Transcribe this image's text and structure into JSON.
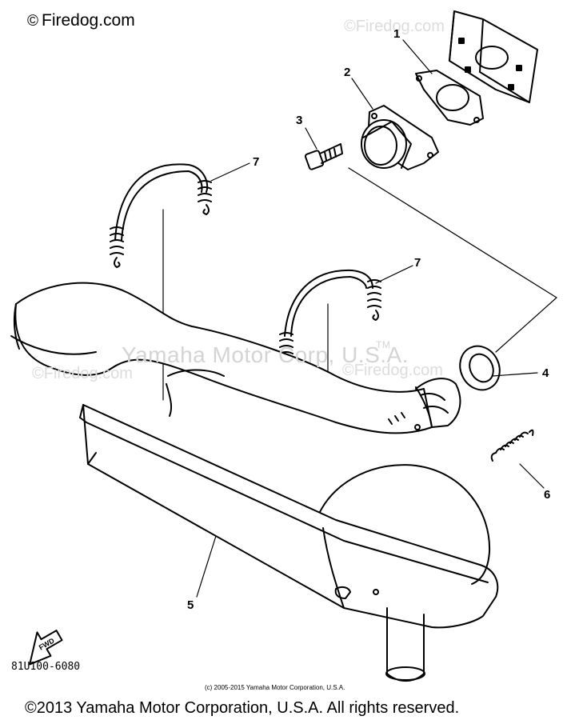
{
  "watermark": {
    "brand": "Firedog.com",
    "copyright_symbol": "©"
  },
  "center_watermark": "Yamaha Motor Corp, U.S.A.",
  "center_watermark_tm": "TM",
  "callouts": {
    "c1": "1",
    "c2": "2",
    "c3": "3",
    "c4": "4",
    "c5": "5",
    "c6": "6",
    "c7a": "7",
    "c7b": "7"
  },
  "fwd_label": "FWD",
  "part_code": "81U100-6080",
  "small_copyright": "(c) 2005-2015 Yamaha Motor Corporation, U.S.A.",
  "footer_copyright": "©2013 Yamaha Motor Corporation, U.S.A. All rights reserved."
}
